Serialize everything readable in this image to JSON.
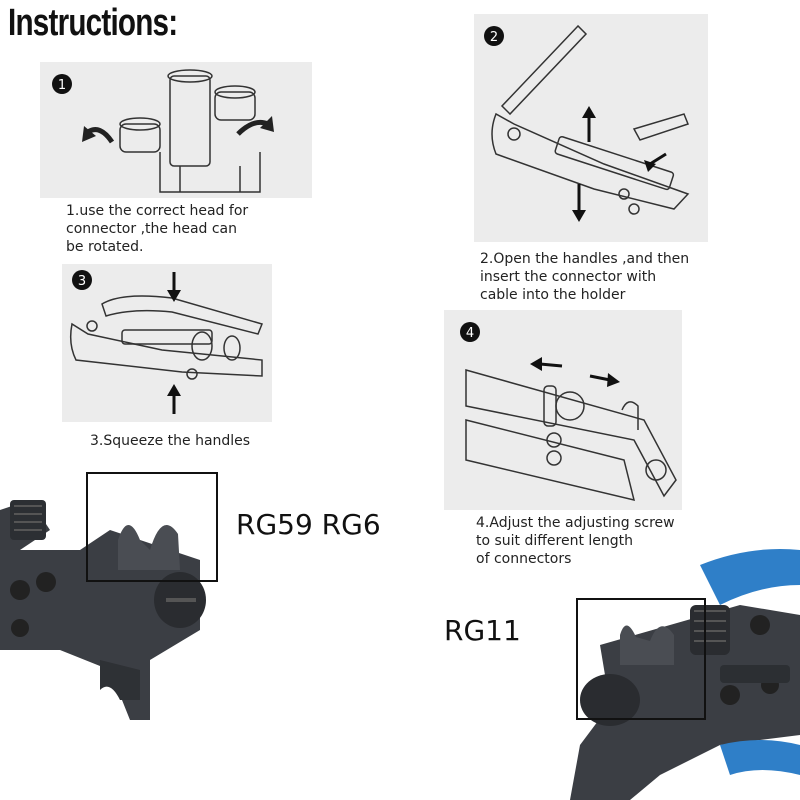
{
  "header": {
    "title": "Instructions:"
  },
  "steps": [
    {
      "number": "1",
      "caption": "1.use the correct head for\n connector ,the head can\n be rotated."
    },
    {
      "number": "2",
      "caption": "2.Open the handles ,and then\n insert the connector with\ncable into the holder"
    },
    {
      "number": "3",
      "caption": "3.Squeeze the handles"
    },
    {
      "number": "4",
      "caption": "4.Adjust the adjusting screw\nto suit different length\nof connectors"
    }
  ],
  "labels": {
    "left_head": "RG59 RG6",
    "right_head": "RG11"
  },
  "colors": {
    "handle_blue": "#2f7fc8",
    "metal": "#3a3d42",
    "panel": "#ececec"
  }
}
